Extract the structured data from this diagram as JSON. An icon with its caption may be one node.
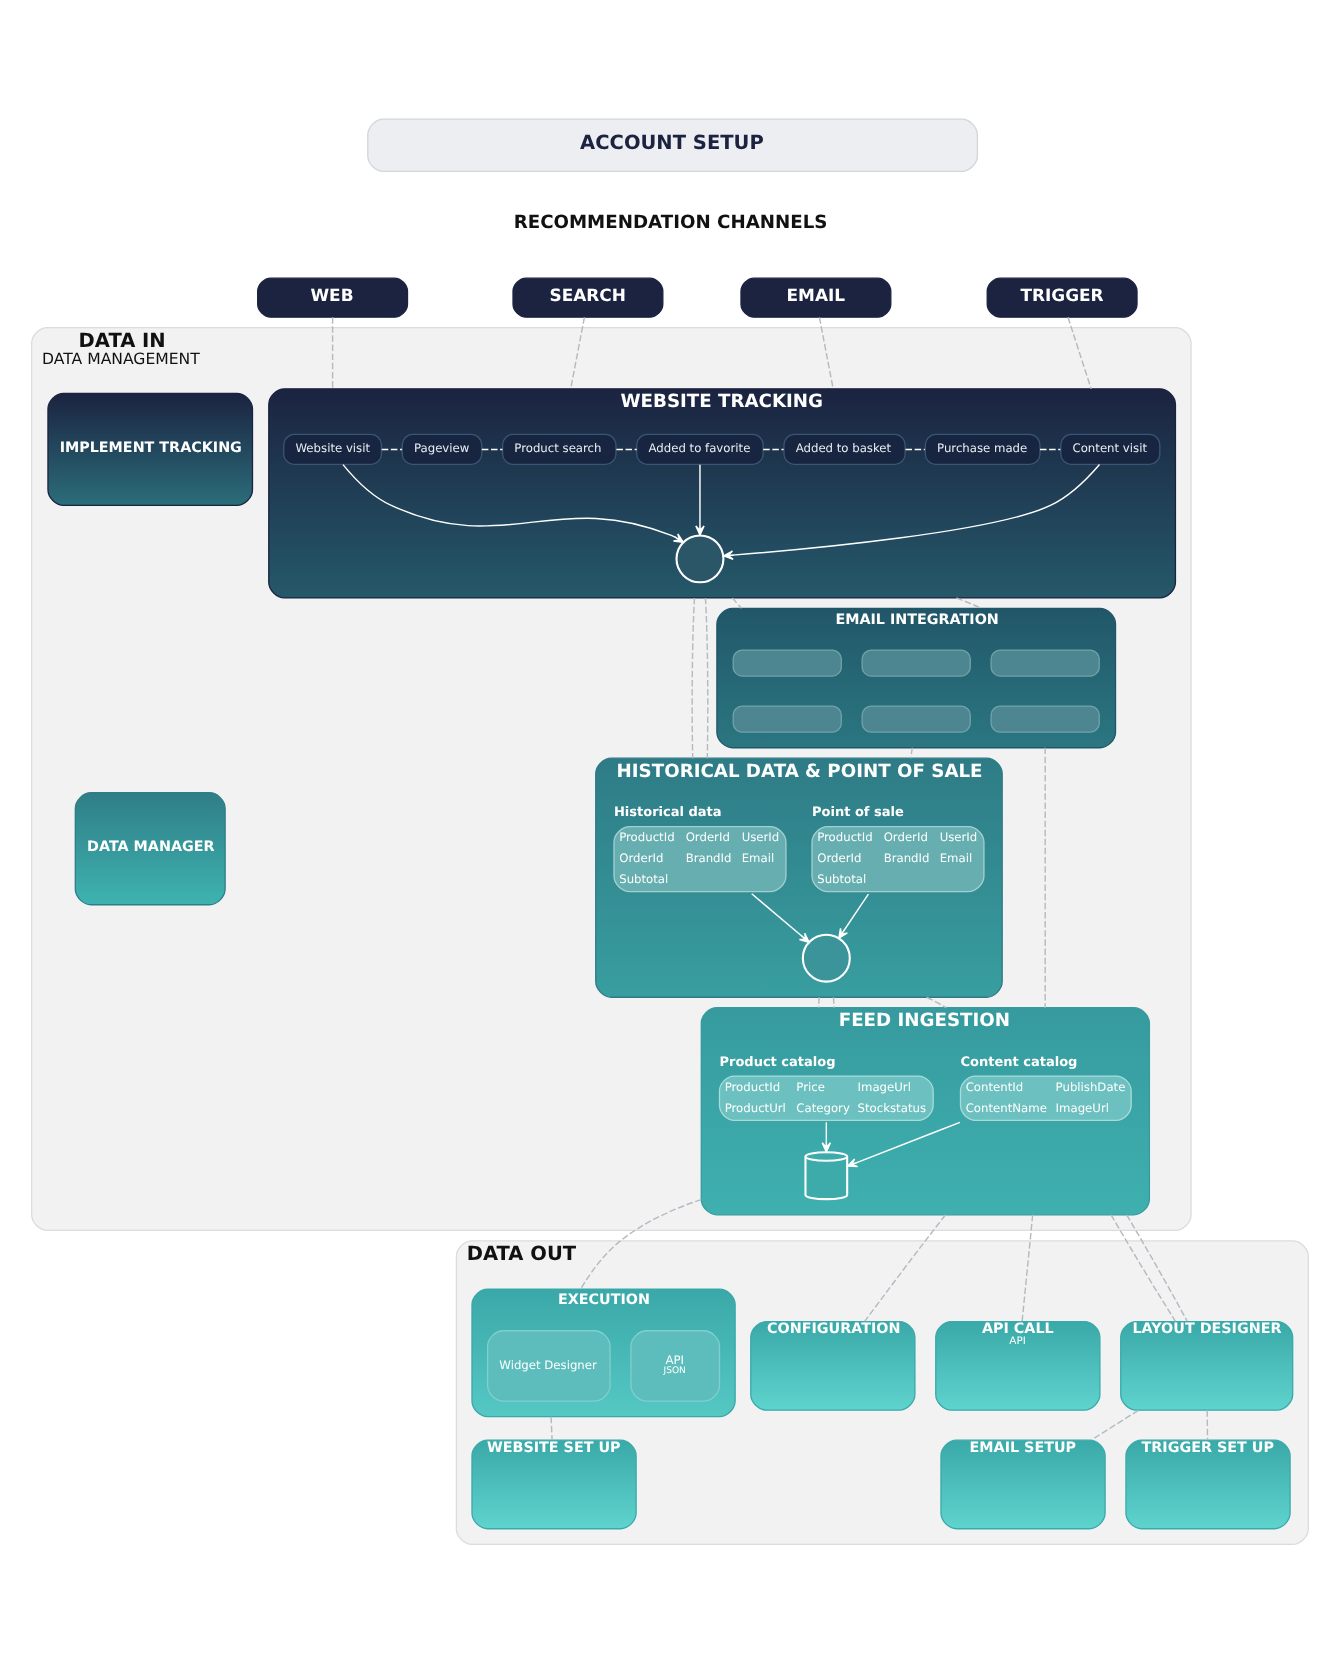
{
  "diagram": {
    "nodes": [
      {
        "text": [
          "ACCOUNT SETUP"
        ]
      },
      {
        "text": [
          "WEB"
        ]
      },
      {
        "text": [
          "SEARCH"
        ]
      },
      {
        "text": [
          "EMAIL"
        ]
      },
      {
        "text": [
          "TRIGGER"
        ]
      },
      {
        "text": [
          "DATA IN",
          "DATA MANAGEMENT"
        ]
      },
      {
        "text": [
          "IMPLEMENT TRACKING"
        ],
        "in": 5
      },
      {
        "text": [
          "WEBSITE TRACKING"
        ],
        "in": 5
      },
      {
        "text": [
          "Website visit"
        ],
        "in": 7
      },
      {
        "text": [
          "Pageview"
        ],
        "in": 7
      },
      {
        "text": [
          "Product search"
        ],
        "in": 7
      },
      {
        "text": [
          "Added to favorite"
        ],
        "in": 7
      },
      {
        "text": [
          "Added to basket"
        ],
        "in": 7
      },
      {
        "text": [
          "Purchase made"
        ],
        "in": 7
      },
      {
        "text": [
          "Content visit"
        ],
        "in": 7
      },
      {
        "text": [],
        "shape": "circle",
        "in": 7
      },
      {
        "text": [
          "EMAIL INTEGRATION"
        ],
        "in": 5
      },
      {
        "text": [],
        "shape": "box",
        "in": 16
      },
      {
        "text": [],
        "shape": "box",
        "in": 16
      },
      {
        "text": [],
        "shape": "box",
        "in": 16
      },
      {
        "text": [],
        "shape": "box",
        "in": 16
      },
      {
        "text": [],
        "shape": "box",
        "in": 16
      },
      {
        "text": [],
        "shape": "box",
        "in": 16
      },
      {
        "text": [
          "DATA MANAGER"
        ],
        "in": 5
      },
      {
        "text": [
          "HISTORICAL DATA & POINT OF SALE"
        ],
        "in": 5
      },
      {
        "text": [
          "Historical data",
          "ProductId",
          "OrderId",
          "UserId",
          "OrderId",
          "BrandId",
          "Email",
          "Subtotal"
        ],
        "in": 24
      },
      {
        "text": [],
        "shape": "circle",
        "in": 24
      },
      {
        "text": [
          "Point of sale",
          "ProductId",
          "OrderId",
          "UserId",
          "OrderId",
          "BrandId",
          "Email",
          "Subtotal"
        ],
        "in": 24
      },
      {
        "text": [
          "FEED INGESTION"
        ],
        "in": 5
      },
      {
        "text": [
          "Product catalog",
          "ProductId",
          "Price",
          "ImageUrl",
          "ProductUrl",
          "Category",
          "Stockstatus"
        ],
        "in": 28
      },
      {
        "text": [],
        "shape": "cylinder",
        "in": 28
      },
      {
        "text": [
          "Content catalog",
          "ContentId",
          "PublishDate",
          "ContentName",
          "ImageUrl"
        ],
        "in": 28
      },
      {
        "text": [
          "DATA OUT"
        ]
      },
      {
        "text": [
          "EXECUTION"
        ],
        "in": 32
      },
      {
        "text": [
          "Widget Designer"
        ],
        "in": 33
      },
      {
        "text": [
          "API",
          "JSON"
        ],
        "in": 33
      },
      {
        "text": [
          "CONFIGURATION"
        ],
        "in": 32
      },
      {
        "text": [
          "API CALL",
          "API"
        ],
        "in": 32
      },
      {
        "text": [
          "LAYOUT DESIGNER"
        ],
        "in": 32
      },
      {
        "text": [
          "WEBSITE SET UP"
        ],
        "in": 32
      },
      {
        "text": [
          "EMAIL SETUP"
        ],
        "in": 32
      },
      {
        "text": [
          "TRIGGER SET UP"
        ],
        "in": 32
      }
    ],
    "edges": [
      {
        "from": 8,
        "to": 9,
        "arrow": "none",
        "style": "dashed",
        "color": "#ffffff"
      },
      {
        "from": 9,
        "to": 10,
        "arrow": "none",
        "style": "dashed",
        "color": "#ffffff"
      },
      {
        "from": 10,
        "to": 11,
        "arrow": "none",
        "style": "dashed",
        "color": "#ffffff"
      },
      {
        "from": 11,
        "to": 12,
        "arrow": "none",
        "style": "dashed",
        "color": "#ffffff"
      },
      {
        "from": 12,
        "to": 13,
        "arrow": "none",
        "style": "dashed",
        "color": "#ffffff"
      },
      {
        "from": 13,
        "to": 14,
        "arrow": "none",
        "style": "dashed",
        "color": "#ffffff"
      },
      {
        "from": 8,
        "to": 15,
        "arrow": "to",
        "color": "#ffffff"
      },
      {
        "from": 11,
        "to": 15,
        "arrow": "to",
        "color": "#ffffff"
      },
      {
        "from": 14,
        "to": 15,
        "arrow": "to",
        "color": "#ffffff"
      },
      {
        "from": 25,
        "to": 26,
        "arrow": "to",
        "color": "#ffffff"
      },
      {
        "from": 27,
        "to": 26,
        "arrow": "to",
        "color": "#ffffff"
      },
      {
        "from": 29,
        "to": 30,
        "arrow": "to",
        "color": "#ffffff"
      },
      {
        "from": 31,
        "to": 30,
        "arrow": "to",
        "color": "#ffffff"
      },
      {
        "from": 1,
        "to": 7,
        "arrow": "none",
        "style": "dashed"
      },
      {
        "from": 2,
        "to": 7,
        "arrow": "none",
        "style": "dashed"
      },
      {
        "from": 3,
        "to": 7,
        "arrow": "none",
        "style": "dashed"
      },
      {
        "from": 4,
        "to": 7,
        "arrow": "none",
        "style": "dashed"
      },
      {
        "from": 7,
        "to": 24,
        "arrow": "none",
        "style": "dashed"
      },
      {
        "from": 7,
        "to": 24,
        "arrow": "none",
        "style": "dashed"
      },
      {
        "from": 7,
        "to": 16,
        "arrow": "none",
        "style": "dashed"
      },
      {
        "from": 7,
        "to": 16,
        "arrow": "none",
        "style": "dashed"
      },
      {
        "from": 16,
        "to": 24,
        "arrow": "none",
        "style": "dashed"
      },
      {
        "from": 16,
        "to": 28,
        "arrow": "none",
        "style": "dashed"
      },
      {
        "from": 24,
        "to": 28,
        "arrow": "none",
        "style": "dashed"
      },
      {
        "from": 24,
        "to": 28,
        "arrow": "none",
        "style": "dashed"
      },
      {
        "from": 24,
        "to": 28,
        "arrow": "none",
        "style": "dashed"
      },
      {
        "from": 28,
        "to": 33,
        "arrow": "none",
        "style": "dashed"
      },
      {
        "from": 28,
        "to": 36,
        "arrow": "none",
        "style": "dashed"
      },
      {
        "from": 28,
        "to": 37,
        "arrow": "none",
        "style": "dashed"
      },
      {
        "from": 28,
        "to": 38,
        "arrow": "none",
        "style": "dashed"
      },
      {
        "from": 28,
        "to": 38,
        "arrow": "none",
        "style": "dashed"
      },
      {
        "from": 33,
        "to": 39,
        "arrow": "none",
        "style": "dashed"
      },
      {
        "from": 38,
        "to": 40,
        "arrow": "none",
        "style": "dashed"
      },
      {
        "from": 38,
        "to": 41,
        "arrow": "none",
        "style": "dashed"
      }
    ],
    "labels": [
      "RECOMMENDATION CHANNELS"
    ]
  }
}
